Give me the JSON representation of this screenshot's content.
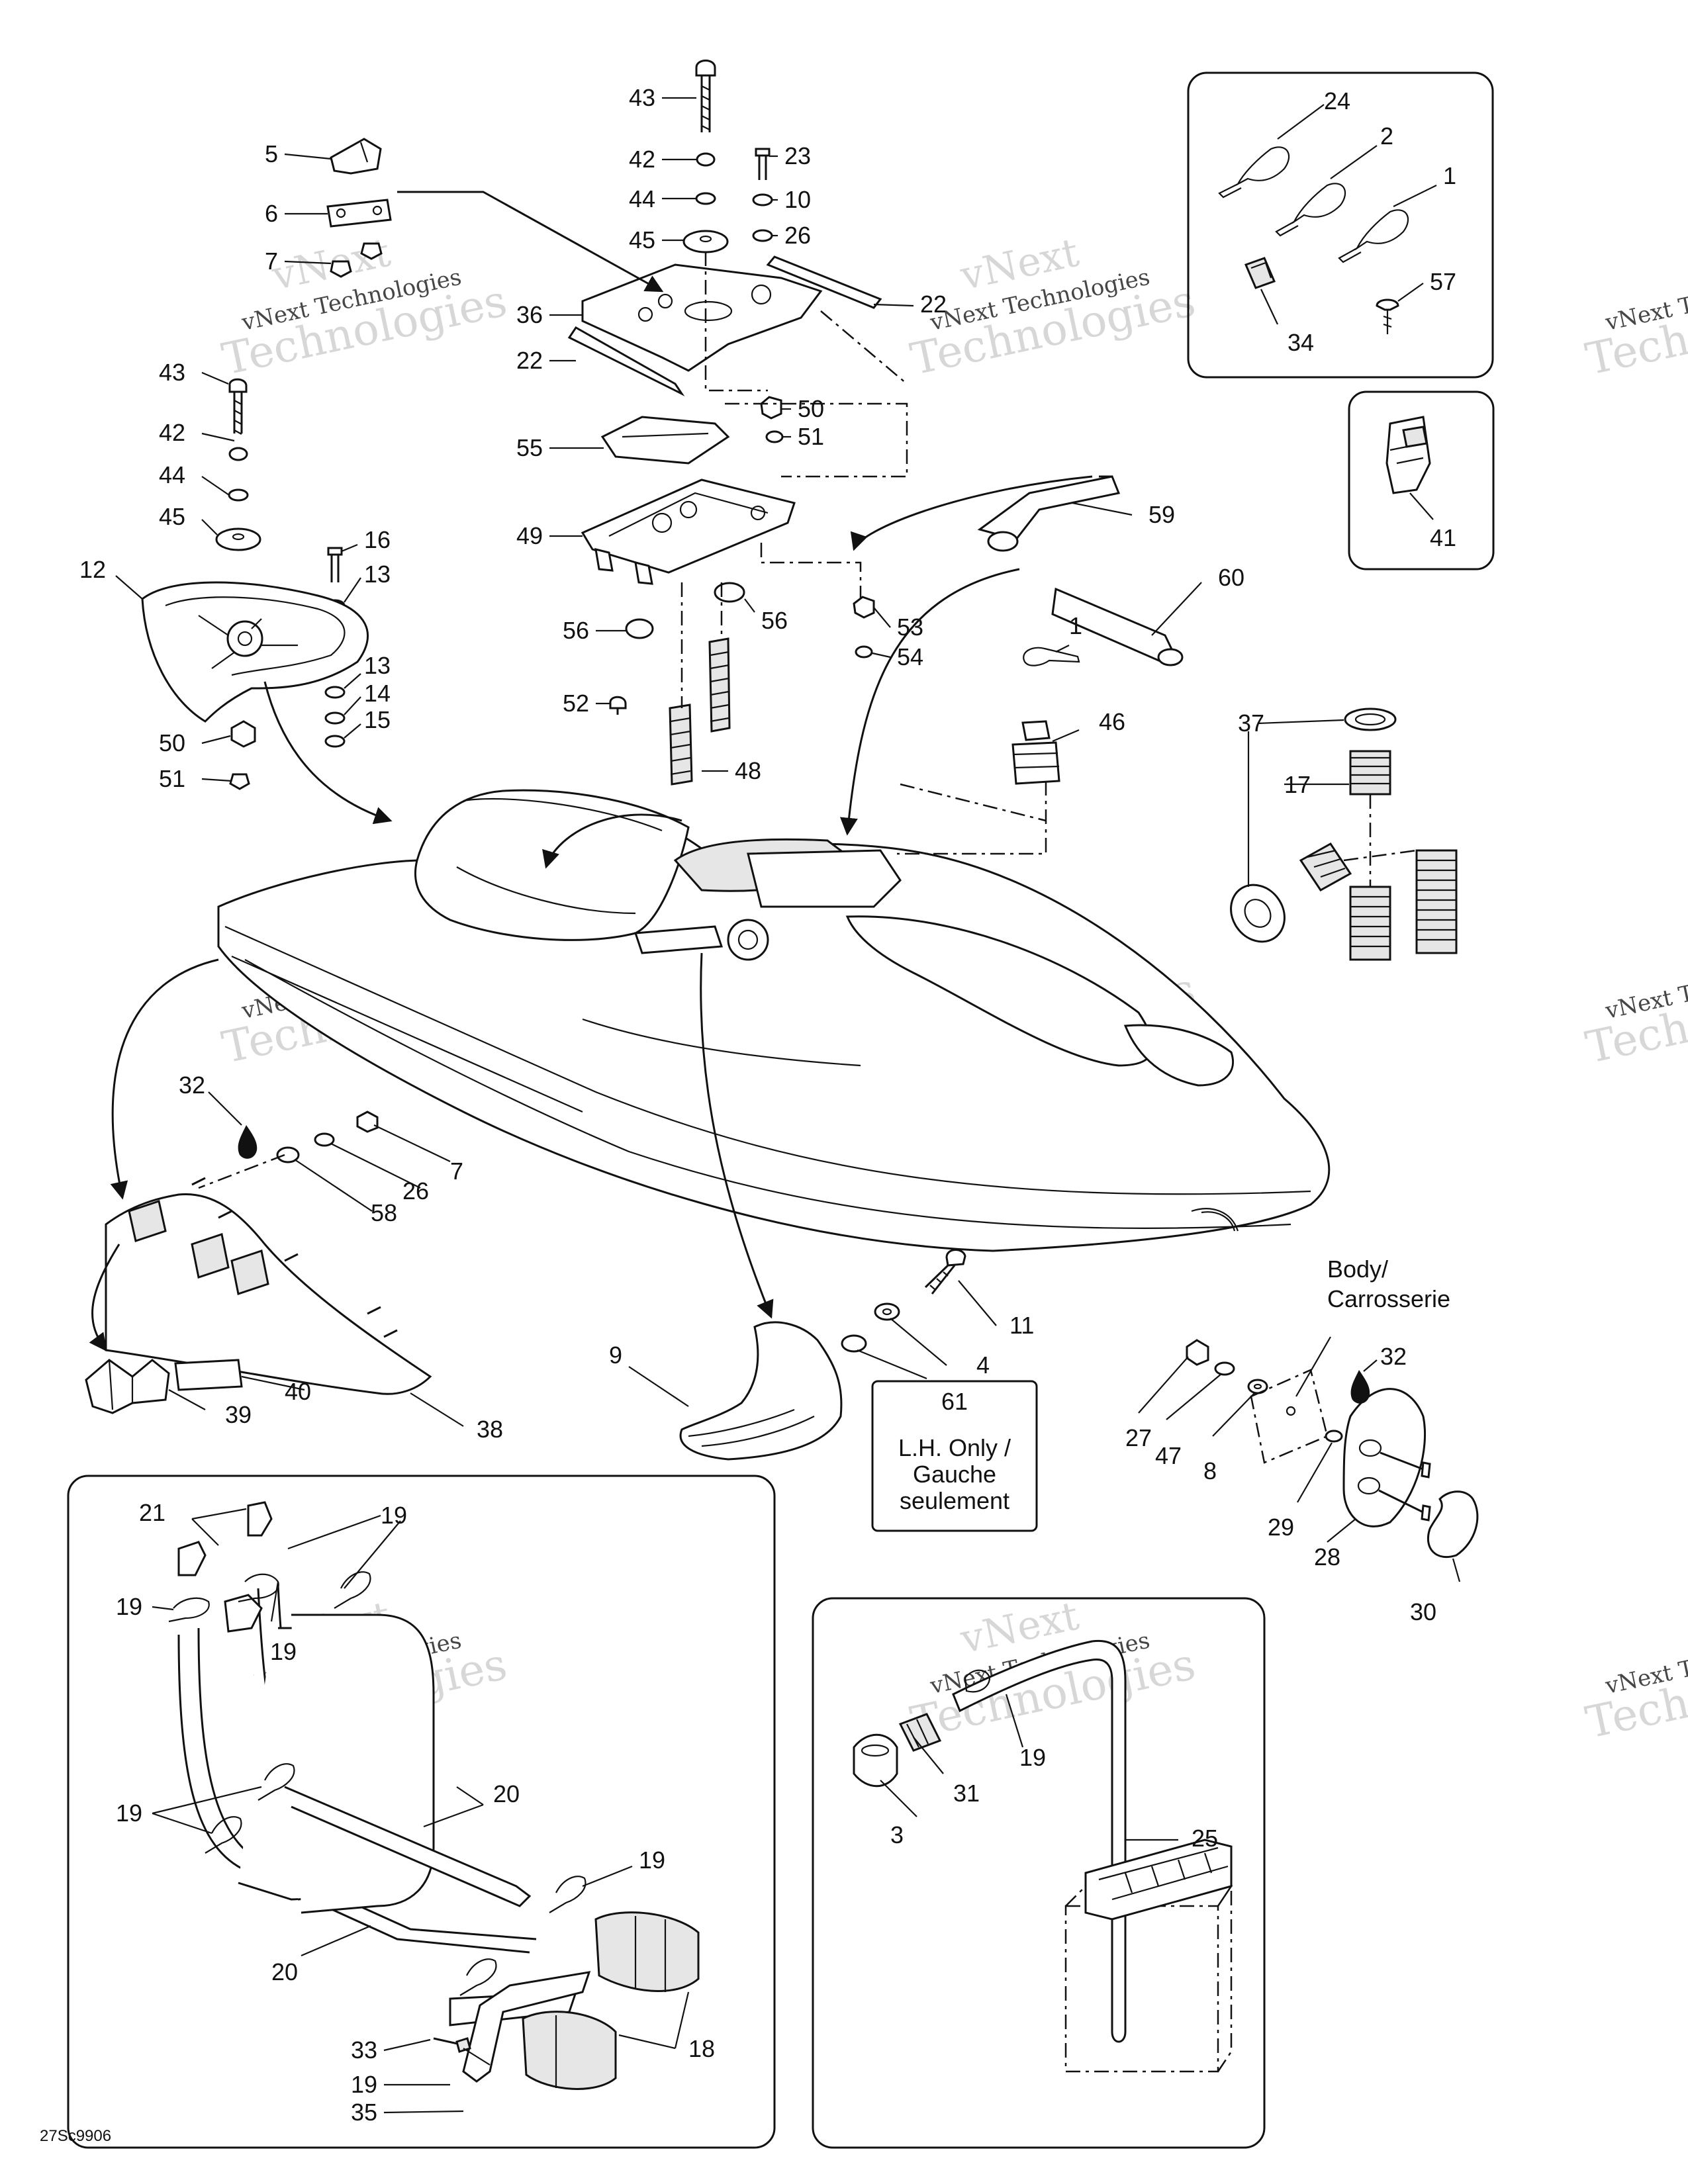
{
  "drawing_code": "27Sc9906",
  "watermark": {
    "line1": "vNext",
    "line2": "vNext Technologies",
    "line3": "Technologies"
  },
  "notes": {
    "body_1": "Body/",
    "body_2": "Carrosserie",
    "lh_1": "L.H. Only /",
    "lh_2": "Gauche",
    "lh_3": "seulement"
  },
  "callouts": [
    {
      "id": "c1",
      "text": "43"
    },
    {
      "id": "c2",
      "text": "42"
    },
    {
      "id": "c3",
      "text": "44"
    },
    {
      "id": "c4",
      "text": "45"
    },
    {
      "id": "c5",
      "text": "23"
    },
    {
      "id": "c6",
      "text": "10"
    },
    {
      "id": "c7",
      "text": "26"
    },
    {
      "id": "c8",
      "text": "5"
    },
    {
      "id": "c9",
      "text": "6"
    },
    {
      "id": "c10",
      "text": "7"
    },
    {
      "id": "c11",
      "text": "36"
    },
    {
      "id": "c12",
      "text": "22"
    },
    {
      "id": "c13",
      "text": "22"
    },
    {
      "id": "c14",
      "text": "50"
    },
    {
      "id": "c15",
      "text": "51"
    },
    {
      "id": "c16",
      "text": "55"
    },
    {
      "id": "c17",
      "text": "49"
    },
    {
      "id": "c18",
      "text": "56"
    },
    {
      "id": "c19",
      "text": "56"
    },
    {
      "id": "c20",
      "text": "53"
    },
    {
      "id": "c21",
      "text": "54"
    },
    {
      "id": "c22",
      "text": "52"
    },
    {
      "id": "c23",
      "text": "48"
    },
    {
      "id": "c24",
      "text": "43"
    },
    {
      "id": "c25",
      "text": "42"
    },
    {
      "id": "c26",
      "text": "44"
    },
    {
      "id": "c27",
      "text": "45"
    },
    {
      "id": "c28",
      "text": "16"
    },
    {
      "id": "c29",
      "text": "13"
    },
    {
      "id": "c30",
      "text": "12"
    },
    {
      "id": "c31",
      "text": "13"
    },
    {
      "id": "c32",
      "text": "14"
    },
    {
      "id": "c33",
      "text": "15"
    },
    {
      "id": "c34",
      "text": "50"
    },
    {
      "id": "c35",
      "text": "51"
    },
    {
      "id": "c36",
      "text": "24"
    },
    {
      "id": "c37",
      "text": "2"
    },
    {
      "id": "c38",
      "text": "1"
    },
    {
      "id": "c39",
      "text": "57"
    },
    {
      "id": "c40",
      "text": "34"
    },
    {
      "id": "c41",
      "text": "41"
    },
    {
      "id": "c42",
      "text": "59"
    },
    {
      "id": "c43",
      "text": "60"
    },
    {
      "id": "c44",
      "text": "1"
    },
    {
      "id": "c45",
      "text": "46"
    },
    {
      "id": "c46",
      "text": "37"
    },
    {
      "id": "c47",
      "text": "17"
    },
    {
      "id": "c48",
      "text": "32"
    },
    {
      "id": "c49",
      "text": "7"
    },
    {
      "id": "c50",
      "text": "26"
    },
    {
      "id": "c51",
      "text": "58"
    },
    {
      "id": "c52",
      "text": "39"
    },
    {
      "id": "c53",
      "text": "40"
    },
    {
      "id": "c54",
      "text": "38"
    },
    {
      "id": "c55",
      "text": "11"
    },
    {
      "id": "c56",
      "text": "4"
    },
    {
      "id": "c57",
      "text": "9"
    },
    {
      "id": "c58",
      "text": "61"
    },
    {
      "id": "c59",
      "text": "32"
    },
    {
      "id": "c60",
      "text": "27"
    },
    {
      "id": "c61",
      "text": "47"
    },
    {
      "id": "c62",
      "text": "8"
    },
    {
      "id": "c63",
      "text": "29"
    },
    {
      "id": "c64",
      "text": "28"
    },
    {
      "id": "c65",
      "text": "30"
    },
    {
      "id": "c66",
      "text": "21"
    },
    {
      "id": "c67",
      "text": "19"
    },
    {
      "id": "c68",
      "text": "19"
    },
    {
      "id": "c69",
      "text": "19"
    },
    {
      "id": "c70",
      "text": "19"
    },
    {
      "id": "c71",
      "text": "20"
    },
    {
      "id": "c72",
      "text": "19"
    },
    {
      "id": "c73",
      "text": "20"
    },
    {
      "id": "c74",
      "text": "19"
    },
    {
      "id": "c75",
      "text": "33"
    },
    {
      "id": "c76",
      "text": "35"
    },
    {
      "id": "c77",
      "text": "18"
    },
    {
      "id": "c78",
      "text": "19"
    },
    {
      "id": "c79",
      "text": "31"
    },
    {
      "id": "c80",
      "text": "3"
    },
    {
      "id": "c81",
      "text": "25"
    }
  ]
}
